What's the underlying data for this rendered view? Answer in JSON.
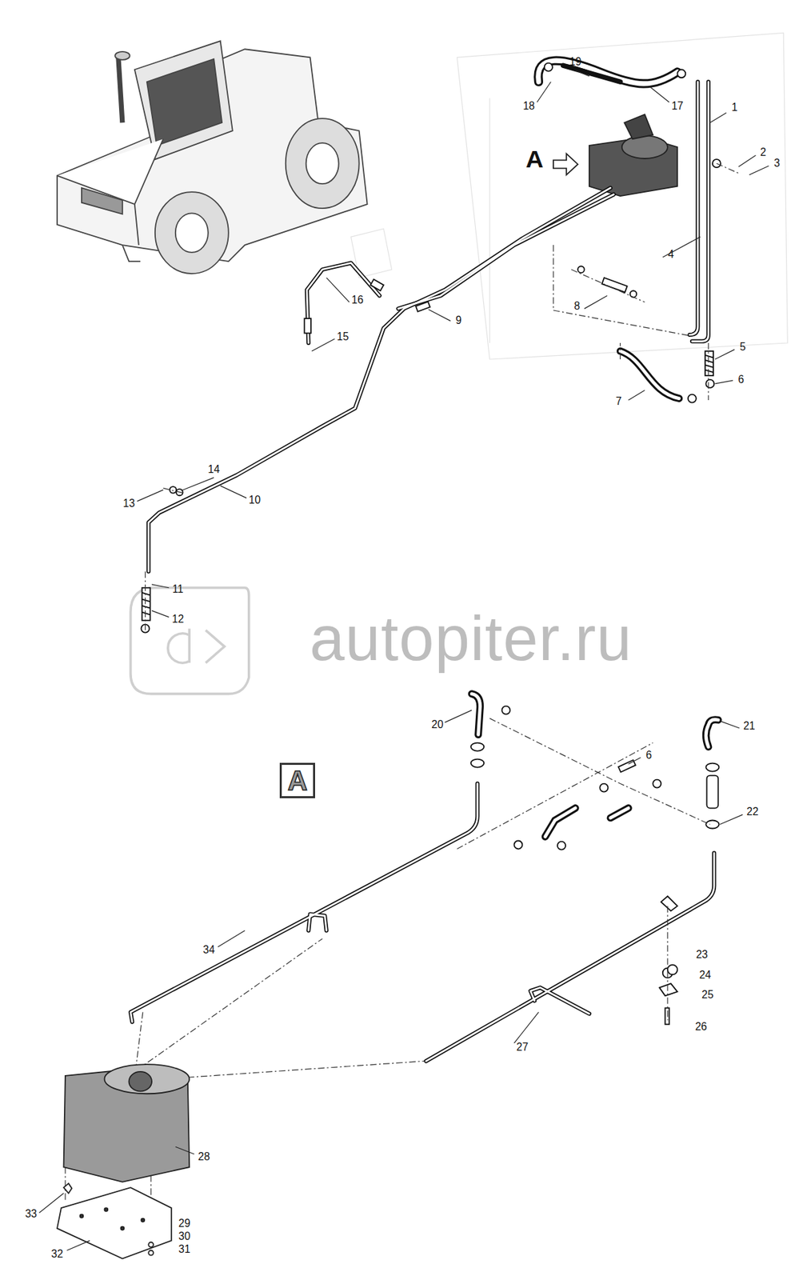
{
  "diagram": {
    "nodes": [
      {
        "text": [
          "A"
        ]
      }
    ],
    "labels": [
      "A",
      "1",
      "2",
      "3",
      "4",
      "5",
      "6",
      "7",
      "8",
      "9",
      "10",
      "11",
      "12",
      "13",
      "14",
      "15",
      "16",
      "17",
      "18",
      "19",
      "autopiter.ru",
      "20",
      "6",
      "21",
      "22",
      "23",
      "24",
      "25",
      "26",
      "27",
      "34",
      "28",
      "33",
      "32",
      "29",
      "30",
      "31"
    ]
  }
}
